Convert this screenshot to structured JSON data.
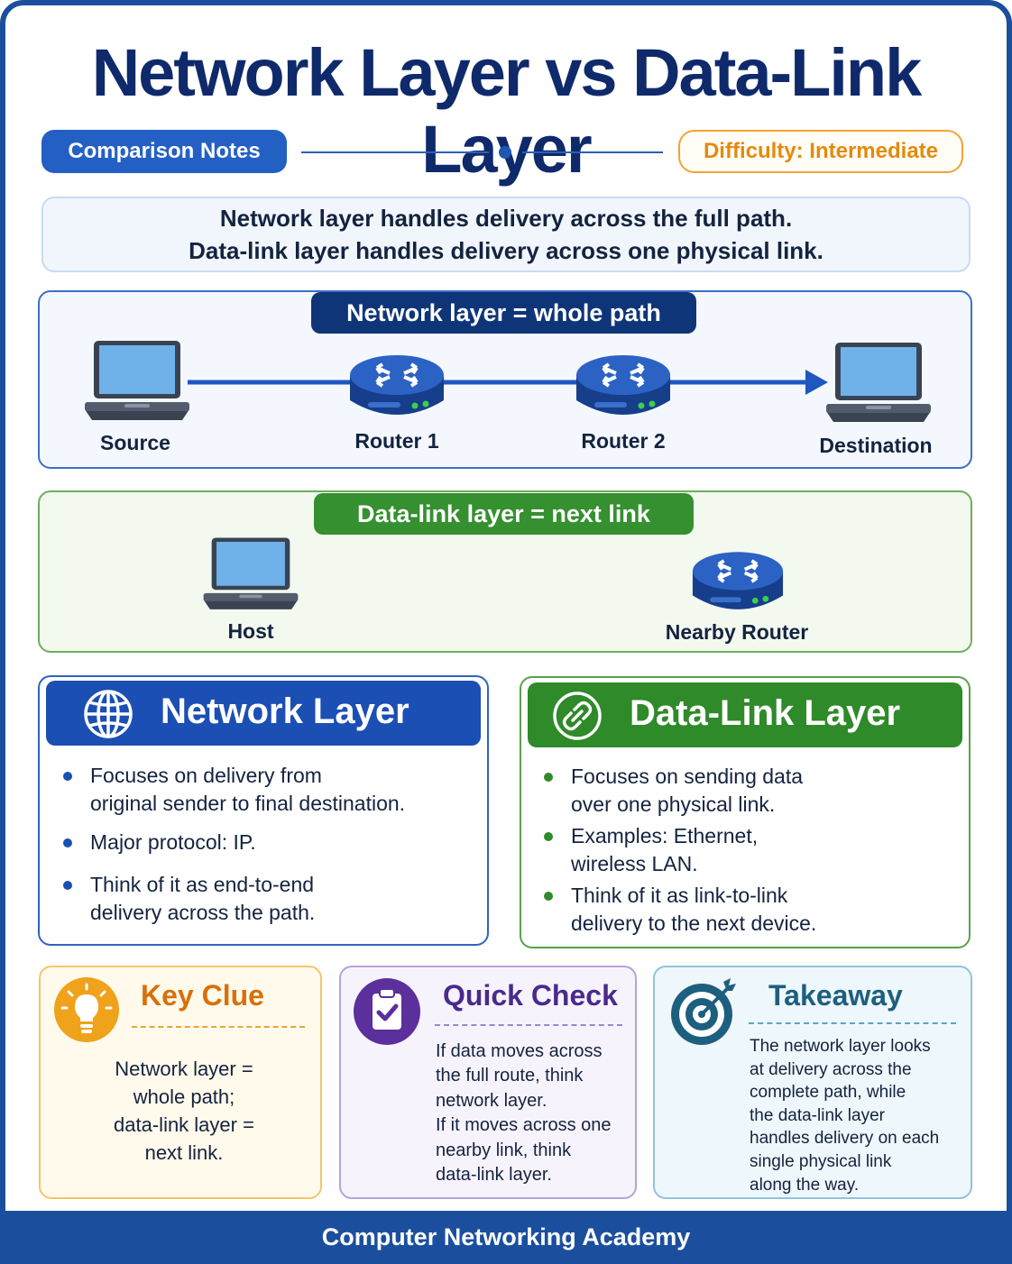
{
  "title": "Network Layer vs Data-Link Layer",
  "badges": {
    "notes": "Comparison Notes",
    "difficulty": "Difficulty: Intermediate"
  },
  "summary": {
    "line1": "Network layer handles delivery across the full path.",
    "line2": "Data-link layer handles delivery across one physical link."
  },
  "network_diagram": {
    "tag": "Network layer = whole path",
    "nodes": [
      "Source",
      "Router 1",
      "Router 2",
      "Destination"
    ]
  },
  "datalink_diagram": {
    "tag": "Data-link layer = next link",
    "nodes": [
      "Host",
      "Nearby Router"
    ]
  },
  "network_card": {
    "title": "Network Layer",
    "icon": "globe-icon",
    "bullets": [
      [
        "Focuses on delivery from",
        "original sender to final destination."
      ],
      [
        "Major protocol: IP."
      ],
      [
        "Think of it as end-to-end",
        "delivery across the path."
      ]
    ]
  },
  "datalink_card": {
    "title": "Data-Link Layer",
    "icon": "link-icon",
    "bullets": [
      [
        "Focuses on sending data",
        "over one physical link."
      ],
      [
        "Examples: Ethernet,",
        "wireless LAN."
      ],
      [
        "Think of it as link-to-link",
        "delivery to the next device."
      ]
    ]
  },
  "key_clue": {
    "title": "Key Clue",
    "icon": "lightbulb-icon",
    "lines": [
      "Network layer =",
      "whole path;",
      "data-link layer =",
      "next link."
    ]
  },
  "quick_check": {
    "title": "Quick Check",
    "icon": "clipboard-check-icon",
    "lines": [
      "If data moves across",
      "the full route, think",
      "network layer.",
      "If it moves across one",
      "nearby link, think",
      "data-link layer."
    ]
  },
  "takeaway": {
    "title": "Takeaway",
    "icon": "target-icon",
    "lines": [
      "The network layer looks",
      "at delivery across the",
      "complete path, while",
      "the data-link layer",
      "handles delivery on each",
      "single physical link",
      "along the way."
    ]
  },
  "footer": "Computer Networking Academy",
  "colors": {
    "navy": "#0f2a6b",
    "blue": "#1b4fb4",
    "green": "#2f8a2a",
    "orange": "#e48a0e",
    "purple": "#5b2f9c",
    "teal": "#1d5f7e"
  }
}
